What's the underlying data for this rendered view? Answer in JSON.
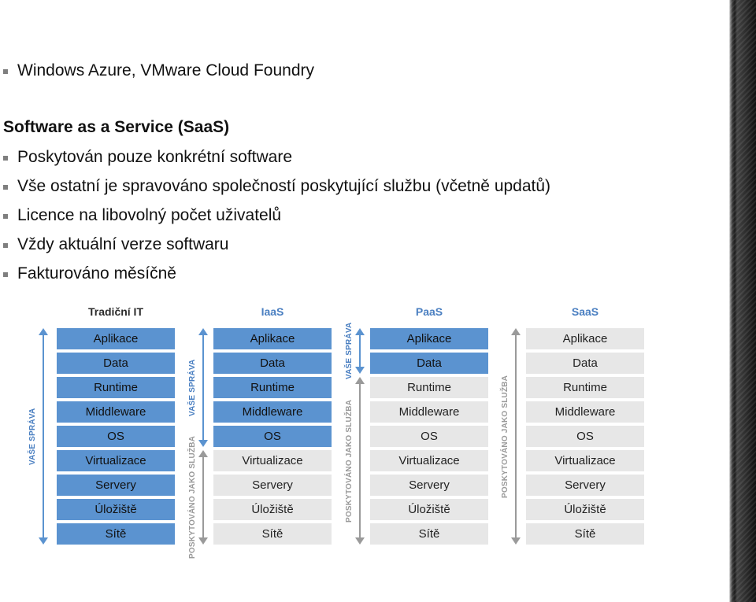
{
  "top_bullet": "Windows Azure, VMware Cloud Foundry",
  "saas_heading": "Software as a Service (SaaS)",
  "bullets": [
    "Poskytován pouze konkrétní software",
    "Vše ostatní je spravováno společností poskytující službu (včetně updatů)",
    "Licence na libovolný počet uživatelů",
    "Vždy aktuální verze softwaru",
    "Fakturováno měsíčně"
  ],
  "diagram": {
    "columns": [
      {
        "title": "Tradiční IT",
        "managed_count": 9
      },
      {
        "title": "IaaS",
        "managed_count": 5
      },
      {
        "title": "PaaS",
        "managed_count": 2
      },
      {
        "title": "SaaS",
        "managed_count": 0
      }
    ],
    "layers": [
      "Aplikace",
      "Data",
      "Runtime",
      "Middleware",
      "OS",
      "Virtualizace",
      "Servery",
      "Úložiště",
      "Sítě"
    ],
    "managed_label": "VAŠE SPRÁVA",
    "service_label": "POSKYTOVÁNO JAKO SLUŽBA",
    "colors": {
      "managed": "#5b93d0",
      "service": "#e7e7e7",
      "managed_text": "#4a7fc1",
      "service_text": "#9a9a9a"
    }
  }
}
